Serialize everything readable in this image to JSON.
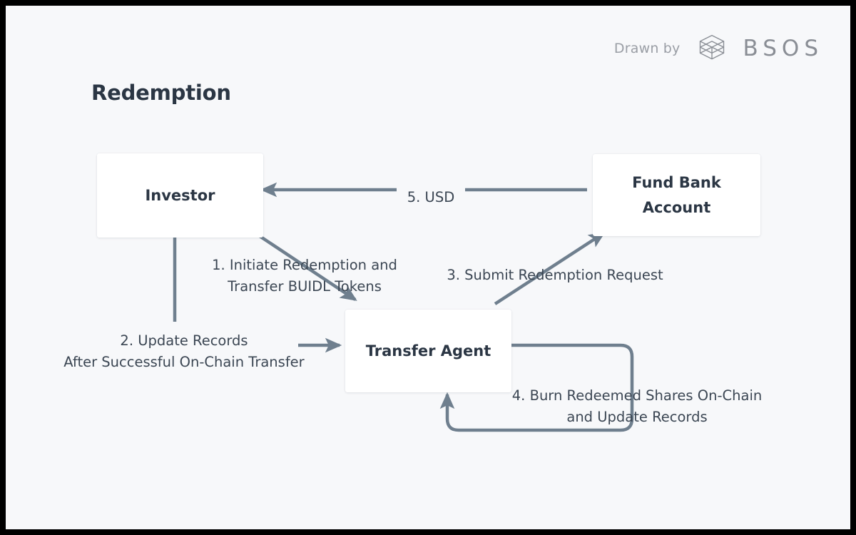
{
  "canvas": {
    "background_color": "#f7f8fa",
    "frame_color": "#000000"
  },
  "brand": {
    "drawn_by_label": "Drawn by",
    "logo_icon": "bsos-stacked-cube-logo-icon",
    "wordmark": "BSOS",
    "text_color": "#8a8e95"
  },
  "title": "Redemption",
  "diagram": {
    "type": "flow-diagram",
    "accent_color": "#6f7f8e",
    "node_text_color": "#2b3644",
    "label_text_color": "#3b4653",
    "nodes": [
      {
        "id": "investor",
        "label": "Investor"
      },
      {
        "id": "fund_bank_account",
        "label": "Fund Bank\nAccount"
      },
      {
        "id": "transfer_agent",
        "label": "Transfer Agent"
      }
    ],
    "edges": [
      {
        "step": "1",
        "label": "1. Initiate Redemption and\nTransfer BUIDL Tokens",
        "from": "investor",
        "to": "transfer_agent",
        "style": "diagonal-arrow"
      },
      {
        "step": "2",
        "label": "2. Update Records\nAfter Successful On-Chain Transfer",
        "from": "investor",
        "to": "transfer_agent",
        "style": "elbow-arrow"
      },
      {
        "step": "3",
        "label": "3. Submit Redemption Request",
        "from": "transfer_agent",
        "to": "fund_bank_account",
        "style": "diagonal-arrow"
      },
      {
        "step": "4",
        "label": "4. Burn Redeemed Shares On-Chain\nand Update Records",
        "from": "transfer_agent",
        "to": "transfer_agent",
        "style": "self-loop-arrow"
      },
      {
        "step": "5",
        "label": "5. USD",
        "from": "fund_bank_account",
        "to": "investor",
        "style": "horizontal-arrow"
      }
    ]
  }
}
